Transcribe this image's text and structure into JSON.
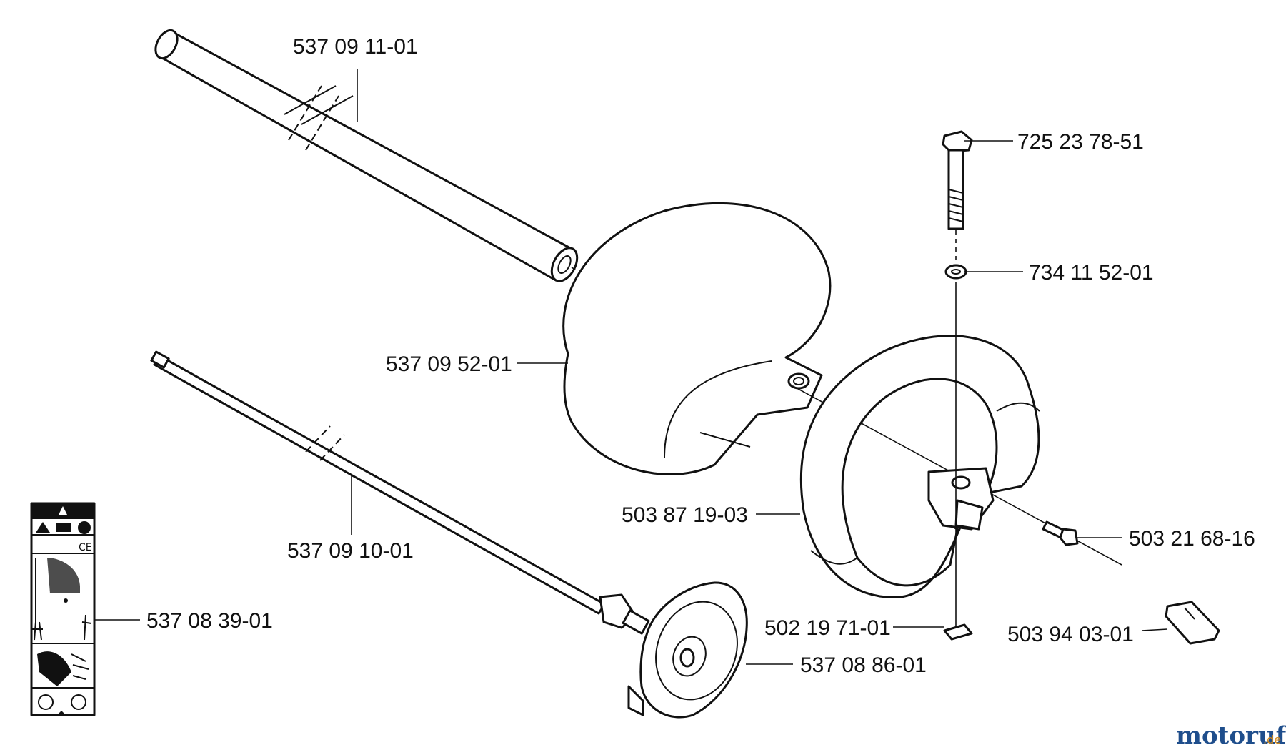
{
  "parts": [
    {
      "id": "tube",
      "number": "537 09 11-01"
    },
    {
      "id": "bolt",
      "number": "725 23 78-51"
    },
    {
      "id": "washer",
      "number": "734 11 52-01"
    },
    {
      "id": "guard",
      "number": "537 09 52-01"
    },
    {
      "id": "handle",
      "number": "503 87 19-03"
    },
    {
      "id": "screw",
      "number": "503 21 68-16"
    },
    {
      "id": "driveshaft",
      "number": "537 09 10-01"
    },
    {
      "id": "decal",
      "number": "537 08 39-01"
    },
    {
      "id": "nut",
      "number": "502 19 71-01"
    },
    {
      "id": "connector",
      "number": "503 94 03-01"
    },
    {
      "id": "cover",
      "number": "537 08 86-01"
    }
  ],
  "watermark": {
    "main": "motoruf",
    "tld": ".de",
    "color_main": "#1f4e8c",
    "color_accent": "#d48a1a"
  }
}
